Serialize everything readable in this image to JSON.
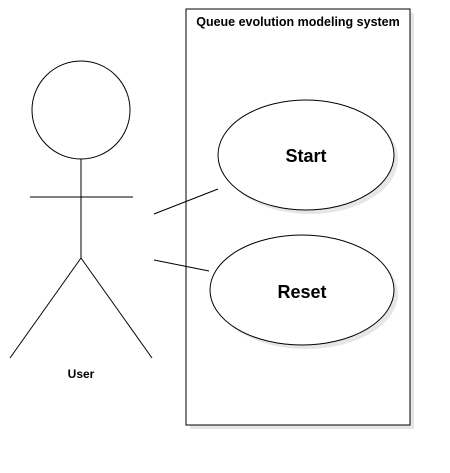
{
  "diagram": {
    "system": {
      "title": "Queue evolution modeling system"
    },
    "actor": {
      "label": "User"
    },
    "use_cases": [
      {
        "label": "Start"
      },
      {
        "label": "Reset"
      }
    ],
    "colors": {
      "stroke": "#000000",
      "background": "#ffffff",
      "shadow": "#e0e0e0"
    }
  }
}
